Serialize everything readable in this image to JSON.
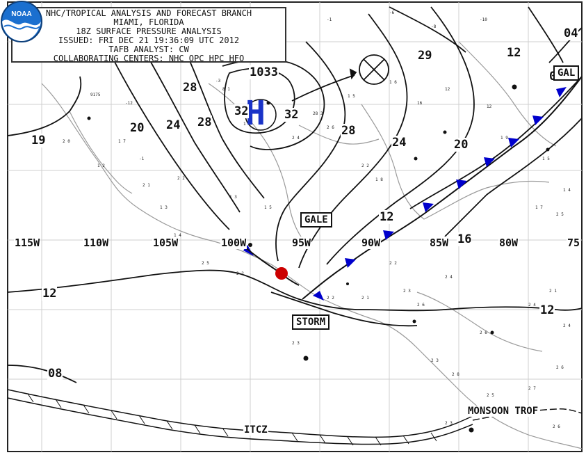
{
  "header": {
    "line1": "NHC/TROPICAL ANALYSIS AND FORECAST BRANCH",
    "line2": "MIAMI, FLORIDA",
    "line3": "18Z SURFACE PRESSURE ANALYSIS",
    "line4": "ISSUED: FRI DEC 21 19:36:09 UTC 2012",
    "line5": "TAFB ANALYST: CW",
    "line6": "COLLABORATING CENTERS: NHC OPC HPC HFO"
  },
  "longitudes": [
    "115W",
    "110W",
    "105W",
    "100W",
    "95W",
    "90W",
    "85W",
    "80W",
    "75"
  ],
  "isobars": {
    "i1033": "1033",
    "i32a": "32",
    "i32b": "32",
    "i28a": "28",
    "i28b": "28",
    "i28c": "28",
    "i24a": "24",
    "i24b": "24",
    "i20a": "20",
    "i20b": "20",
    "i19": "19",
    "i29": "29",
    "i12a": "12",
    "i12b": "12",
    "i12c": "12",
    "i16": "16",
    "i08a": "08",
    "i08b": "08",
    "i04": "04",
    "i12d": "12"
  },
  "features": {
    "high_symbol": "H",
    "gale_label": "GALE",
    "gale_label_ne": "GAL",
    "storm_label": "STORM",
    "itcz_label": "ITCZ",
    "monsoon_label": "MONSOON TROF",
    "noaa_label": "NOAA"
  },
  "colors": {
    "cold_front": "#0000cc",
    "warm_front": "#cc0000",
    "high": "#1a33c8",
    "isobar": "#111111",
    "coast": "#9a9a9a",
    "grid": "#cfcfcf",
    "noaa_blue": "#1a6fcf"
  }
}
